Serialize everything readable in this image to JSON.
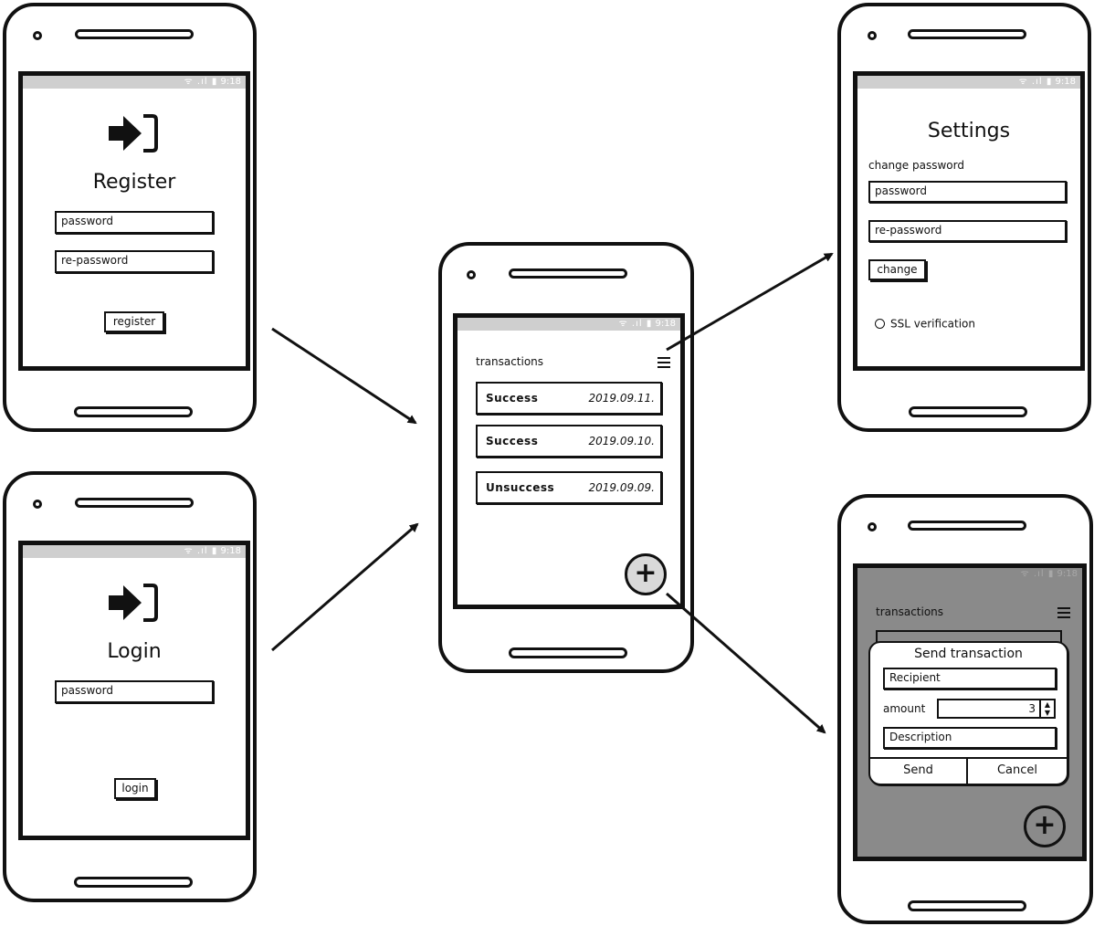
{
  "status": {
    "signal": "ᯤ .ıl ▮",
    "time": "9:18"
  },
  "register": {
    "title": "Register",
    "password_placeholder": "password",
    "repassword_placeholder": "re-password",
    "button": "register"
  },
  "login": {
    "title": "Login",
    "password_placeholder": "password",
    "button": "login"
  },
  "transactions": {
    "title": "transactions",
    "rows": [
      {
        "status": "Success",
        "date": "2019.09.11."
      },
      {
        "status": "Success",
        "date": "2019.09.10."
      },
      {
        "status": "Unsuccess",
        "date": "2019.09.09."
      }
    ],
    "fab": "+"
  },
  "settings": {
    "title": "Settings",
    "section": "change password",
    "password_placeholder": "password",
    "repassword_placeholder": "re-password",
    "button": "change",
    "ssl_label": "SSL verification"
  },
  "send_dialog": {
    "bg_title": "transactions",
    "title": "Send transaction",
    "recipient_placeholder": "Recipient",
    "amount_label": "amount",
    "amount_value": "3",
    "description_placeholder": "Description",
    "send": "Send",
    "cancel": "Cancel",
    "fab": "+"
  },
  "icons": {
    "login": "login-arrow-icon",
    "menu": "hamburger-menu-icon",
    "add": "plus-icon",
    "radio": "radio-button-icon",
    "spinner": "spinner-arrows-icon"
  }
}
